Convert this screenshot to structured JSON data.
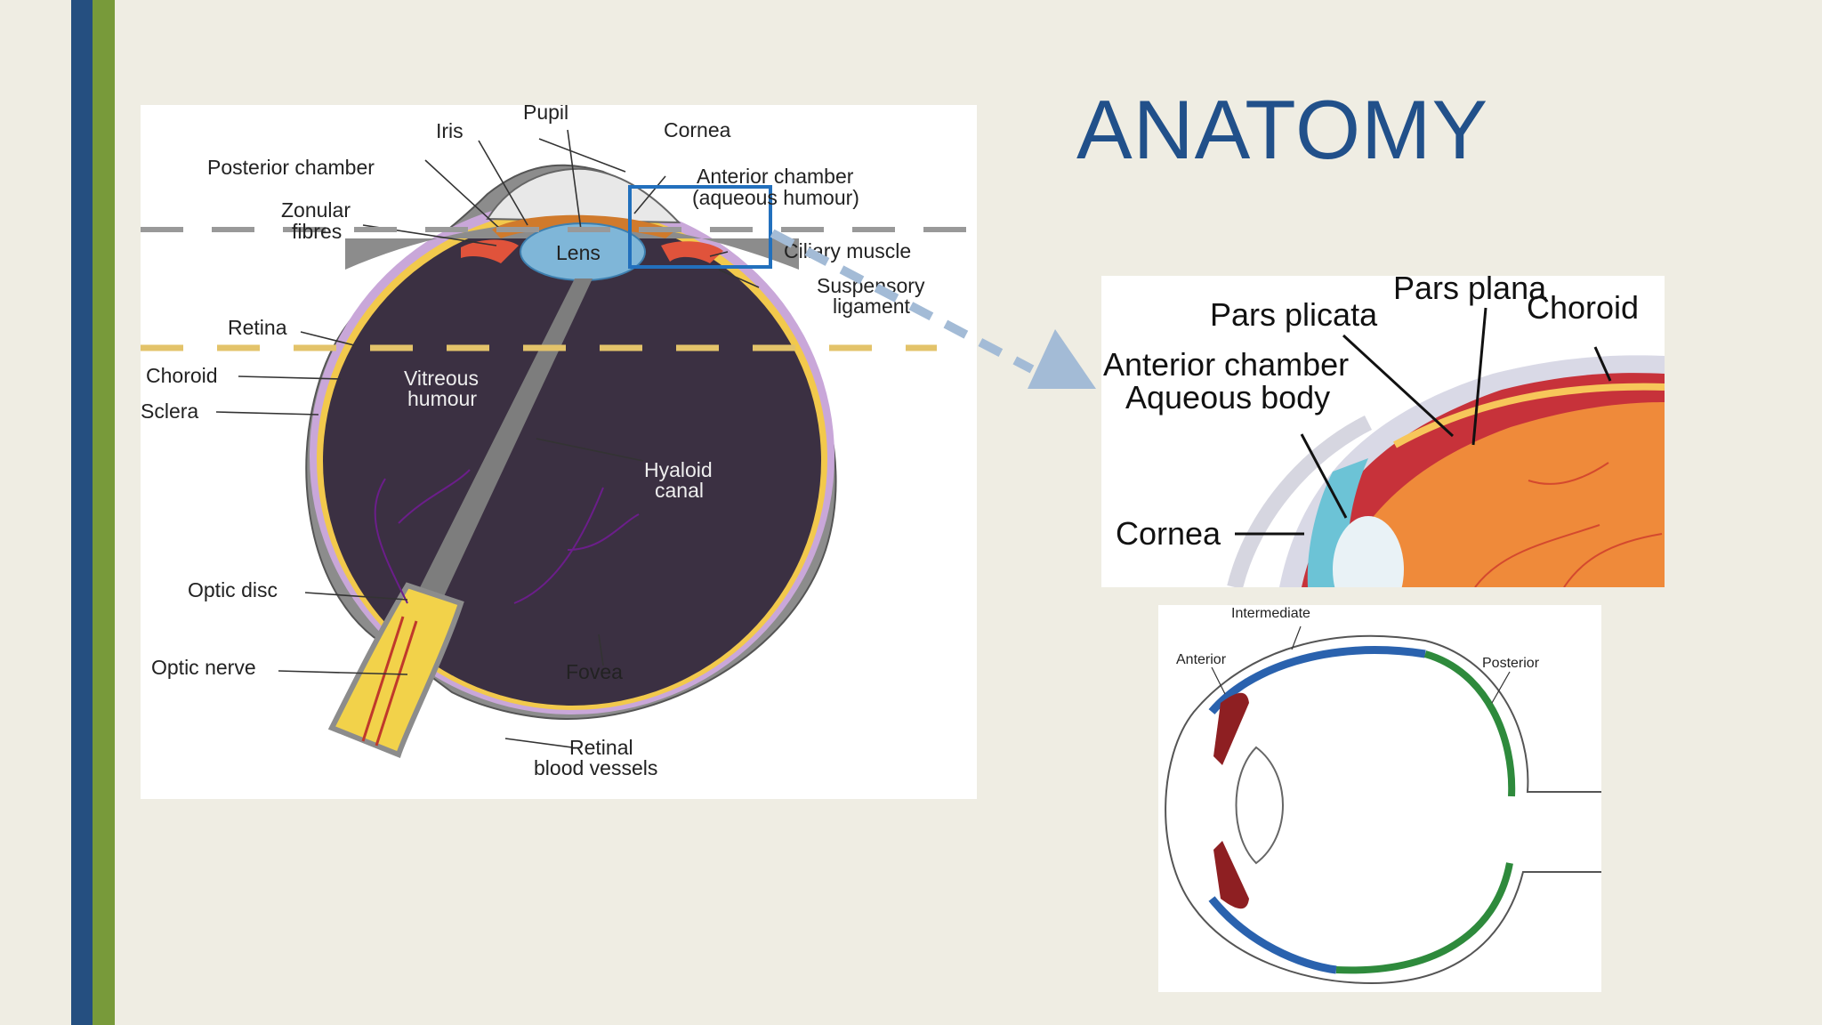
{
  "slide": {
    "title": "ANATOMY",
    "accent_blue": "#254F80",
    "accent_green": "#789A3A",
    "title_color": "#21508A"
  },
  "main_diagram": {
    "labels": {
      "pupil": "Pupil",
      "iris": "Iris",
      "cornea": "Cornea",
      "posterior_chamber": "Posterior chamber",
      "anterior_chamber_1": "Anterior chamber",
      "anterior_chamber_2": "(aqueous humour)",
      "zonular_1": "Zonular",
      "zonular_2": "fibres",
      "lens": "Lens",
      "ciliary_muscle": "Ciliary muscle",
      "suspensory_1": "Suspensory",
      "suspensory_2": "ligament",
      "retina": "Retina",
      "choroid": "Choroid",
      "sclera": "Sclera",
      "vitreous_1": "Vitreous",
      "vitreous_2": "humour",
      "hyaloid_1": "Hyaloid",
      "hyaloid_2": "canal",
      "optic_disc": "Optic disc",
      "optic_nerve": "Optic nerve",
      "fovea": "Fovea",
      "retinal_1": "Retinal",
      "retinal_2": "blood vessels"
    }
  },
  "inset_diagram": {
    "labels": {
      "pars_plana": "Pars plana",
      "pars_plicata": "Pars plicata",
      "choroid": "Choroid",
      "anterior_chamber": "Anterior chamber",
      "aqueous_body": "Aqueous body",
      "cornea": "Cornea"
    }
  },
  "cross_section": {
    "labels": {
      "intermediate": "Intermediate",
      "anterior": "Anterior",
      "posterior": "Posterior"
    }
  }
}
